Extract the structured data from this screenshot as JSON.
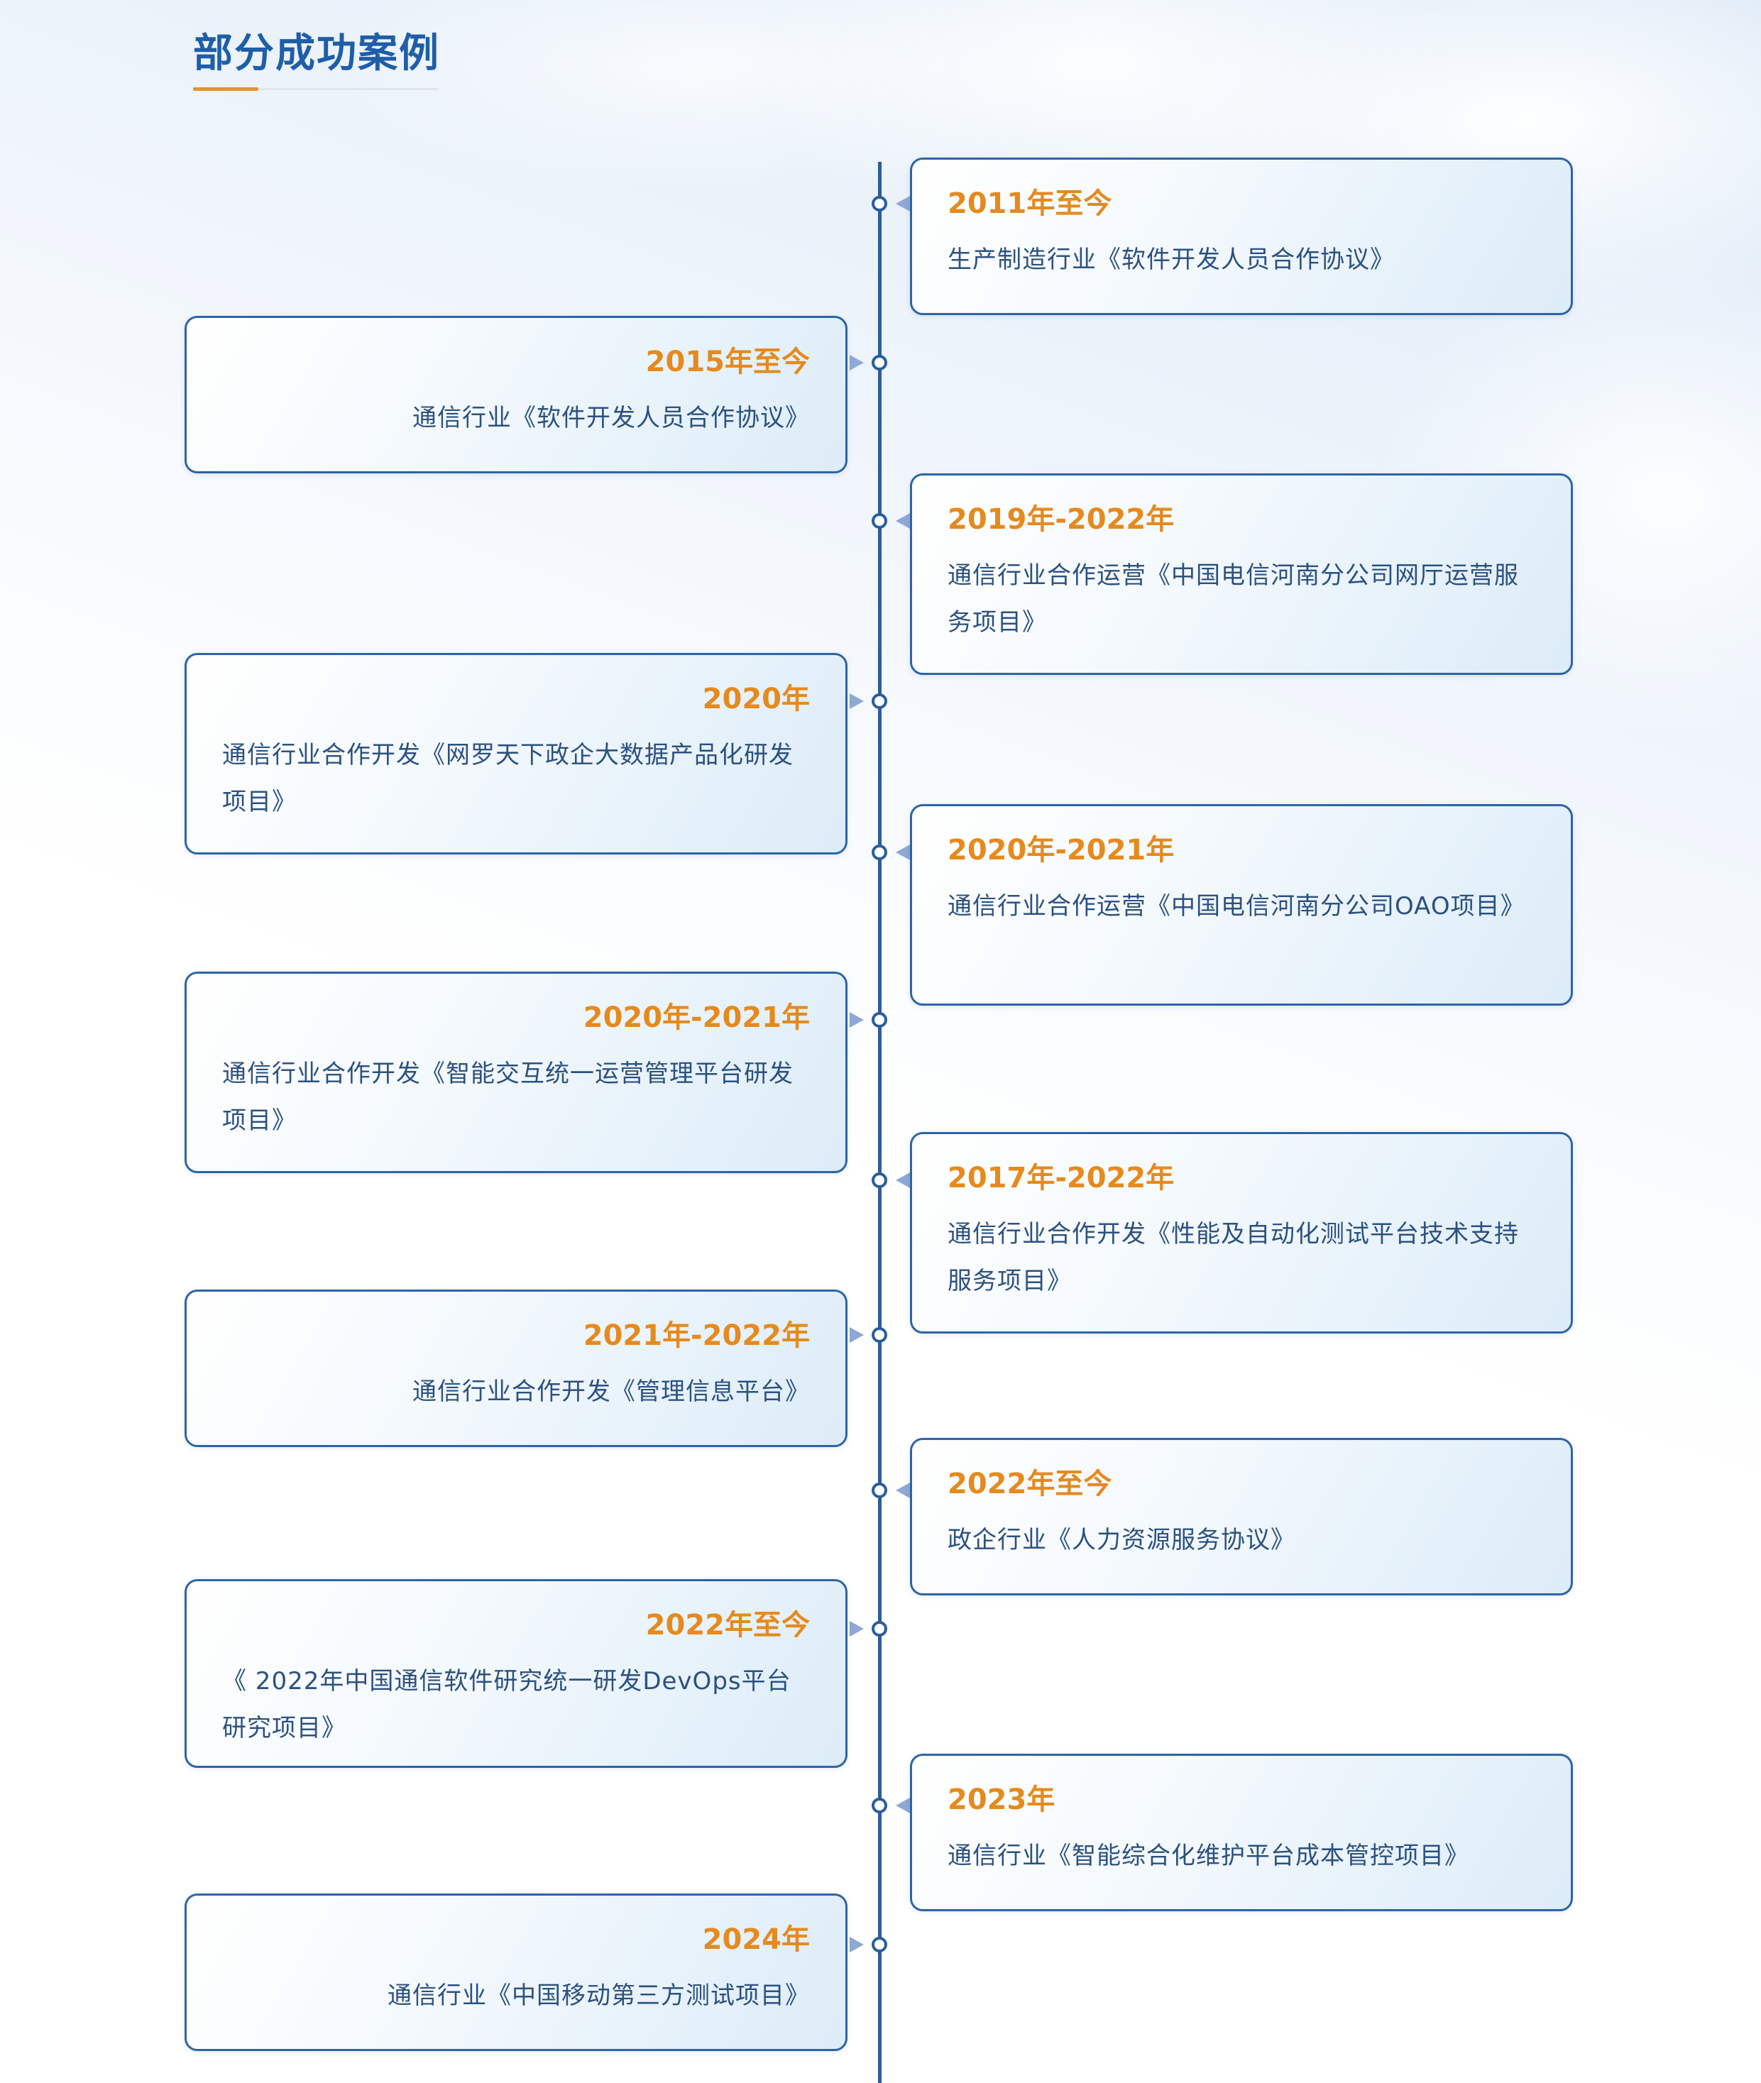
{
  "section": {
    "title": "部分成功案例"
  },
  "colors": {
    "title": "#1f5ea8",
    "accent": "#e8912c",
    "period": "#e58a1e",
    "axis": "#2a5d9c",
    "card_border": "#2e64a6"
  },
  "cases": [
    {
      "period": "2011年至今",
      "desc": "生产制造行业《软件开发人员合作协议》"
    },
    {
      "period": "2015年至今",
      "desc": "通信行业《软件开发人员合作协议》"
    },
    {
      "period": "2019年-2022年",
      "desc": "通信行业合作运营《中国电信河南分公司网厅运营服务项目》"
    },
    {
      "period": "2020年",
      "desc": "通信行业合作开发《网罗天下政企大数据产品化研发项目》"
    },
    {
      "period": "2020年-2021年",
      "desc": "通信行业合作运营《中国电信河南分公司OAO项目》"
    },
    {
      "period": "2020年-2021年",
      "desc": "通信行业合作开发《智能交互统一运营管理平台研发项目》"
    },
    {
      "period": "2017年-2022年",
      "desc": "通信行业合作开发《性能及自动化测试平台技术支持服务项目》"
    },
    {
      "period": "2021年-2022年",
      "desc": "通信行业合作开发《管理信息平台》"
    },
    {
      "period": "2022年至今",
      "desc": "政企行业《人力资源服务协议》"
    },
    {
      "period": "2022年至今",
      "desc": "《 2022年中国通信软件研究统一研发DevOps平台研究项目》"
    },
    {
      "period": "2023年",
      "desc": "通信行业《智能综合化维护平台成本管控项目》"
    },
    {
      "period": "2024年",
      "desc": "通信行业《中国移动第三方测试项目》"
    }
  ]
}
